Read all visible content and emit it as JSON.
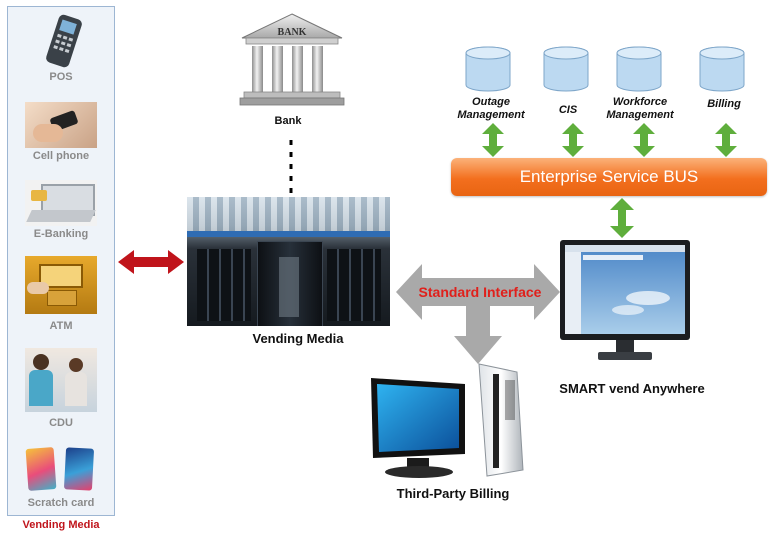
{
  "sidebar": {
    "title": "Vending Media",
    "items": [
      {
        "label": "POS",
        "icon": "pos-terminal-icon"
      },
      {
        "label": "Cell phone",
        "icon": "cell-phone-icon"
      },
      {
        "label": "E-Banking",
        "icon": "e-banking-icon"
      },
      {
        "label": "ATM",
        "icon": "atm-icon"
      },
      {
        "label": "CDU",
        "icon": "cdu-icon"
      },
      {
        "label": "Scratch card",
        "icon": "scratch-card-icon"
      }
    ]
  },
  "bank": {
    "sign": "BANK",
    "label": "Bank"
  },
  "vending": {
    "label": "Vending Media"
  },
  "systems": [
    {
      "label": "Outage Management"
    },
    {
      "label": "CIS"
    },
    {
      "label": "Workforce Management"
    },
    {
      "label": "Billing"
    }
  ],
  "esb": {
    "label": "Enterprise Service BUS"
  },
  "interface": {
    "label": "Standard Interface"
  },
  "smart": {
    "label": "SMART vend Anywhere"
  },
  "third_party": {
    "label": "Third-Party Billing"
  },
  "colors": {
    "accent_red": "#e0201b",
    "esb_orange": "#f36f1e",
    "arrow_green": "#5fae3c",
    "db_blue": "#bcd9f1"
  }
}
